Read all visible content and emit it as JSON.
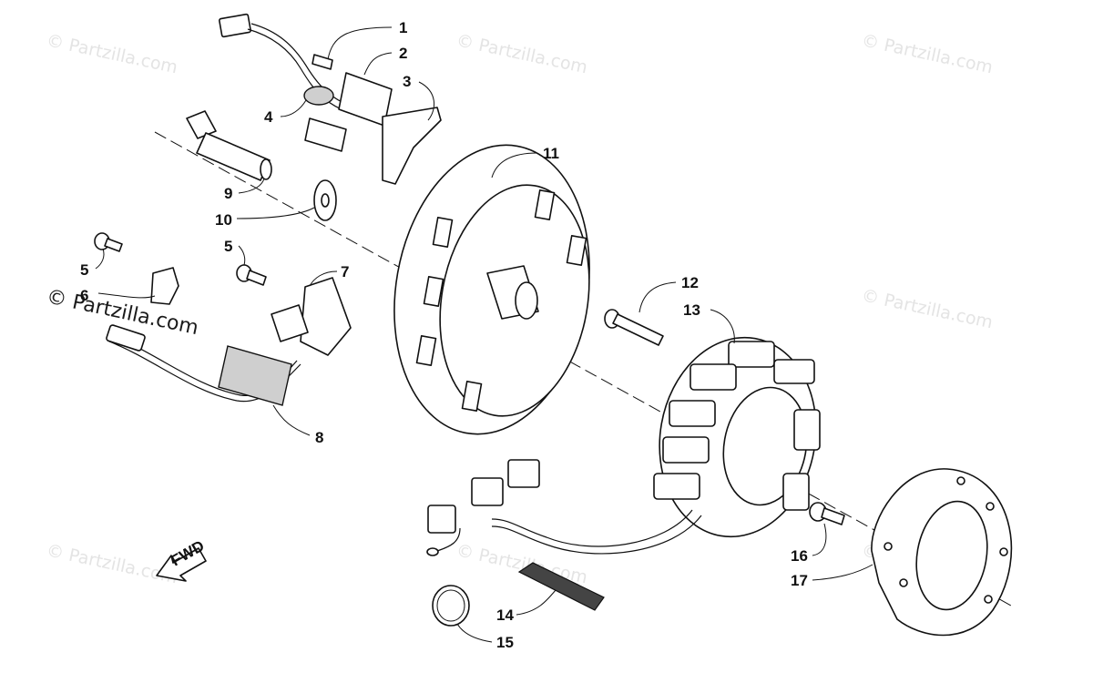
{
  "watermark": "© Partzilla.com",
  "callouts": {
    "c1": "1",
    "c2": "2",
    "c3": "3",
    "c4": "4",
    "c5a": "5",
    "c5b": "5",
    "c6": "6",
    "c7": "7",
    "c8": "8",
    "c9": "9",
    "c10": "10",
    "c11": "11",
    "c12": "12",
    "c13": "13",
    "c14": "14",
    "c15": "15",
    "c16": "16",
    "c17": "17"
  },
  "fwd_label": "FWD"
}
